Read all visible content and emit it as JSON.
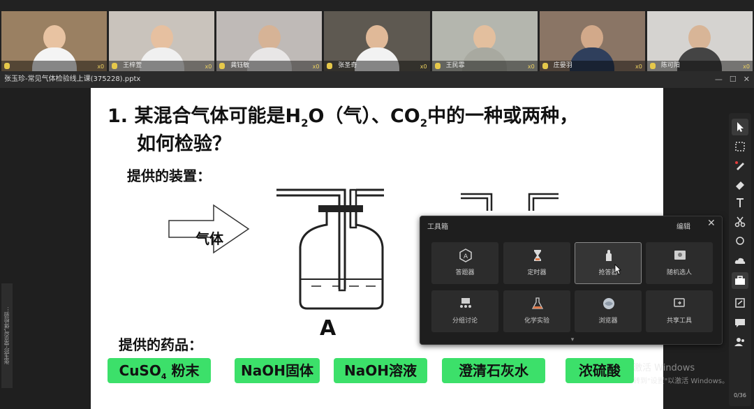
{
  "participants": [
    {
      "name": "",
      "score": "x0",
      "bg": "#9a8062",
      "skin": "#e8c3a2",
      "shirt": "#f4f4f4"
    },
    {
      "name": "王梓萱",
      "score": "x0",
      "bg": "#c9c3bc",
      "skin": "#e6c0a0",
      "shirt": "#f0f0f0"
    },
    {
      "name": "龚钰敏",
      "score": "x0",
      "bg": "#bfbab7",
      "skin": "#d6b396",
      "shirt": "#e8e6e6"
    },
    {
      "name": "张圣奇",
      "score": "x0",
      "bg": "#5e5951",
      "skin": "#e0b998",
      "shirt": "#f2f2f2"
    },
    {
      "name": "王民霏",
      "score": "x0",
      "bg": "#b4b6ae",
      "skin": "#e3bf9e",
      "shirt": "#a8a9a0"
    },
    {
      "name": "庄晏羽",
      "score": "x0",
      "bg": "#8a7565",
      "skin": "#d2a98a",
      "shirt": "#2f3f5c"
    },
    {
      "name": "陈可阳",
      "score": "x0",
      "bg": "#d5d3d0",
      "skin": "#d8b597",
      "shirt": "#444"
    }
  ],
  "titlebar": {
    "title": "张玉珍-常见气体检验线上课(375228).pptx",
    "minimize": "—",
    "maximize": "☐",
    "close": "✕"
  },
  "side_tab": {
    "label": "张玉珍-常见气体检验..."
  },
  "slide": {
    "question_number": "1.",
    "question_pre": "某混合气体可能是H",
    "h2o_sub": "2",
    "question_mid": "O（气）、CO",
    "co2_sub": "2",
    "question_post": "中的一种或两种，",
    "question_line2": "如何检验？",
    "devices_label": "提供的装置：",
    "arrow_text": "气体",
    "bottle_a_label": "A",
    "drugs_label": "提供的药品：",
    "chips": [
      {
        "text": "CuSO",
        "sub": "4",
        "rest": " 粉末"
      },
      {
        "text": "NaOH固体",
        "sub": "",
        "rest": ""
      },
      {
        "text": "NaOH溶液",
        "sub": "",
        "rest": ""
      },
      {
        "text": "澄清石灰水",
        "sub": "",
        "rest": ""
      },
      {
        "text": "浓硫酸",
        "sub": "",
        "rest": ""
      }
    ]
  },
  "toolbox": {
    "title": "工具箱",
    "edit_label": "编辑",
    "close_icon": "✕",
    "expand_icon": "▾",
    "tools": [
      {
        "label": "答题器",
        "icon": "answer-icon"
      },
      {
        "label": "定时器",
        "icon": "hourglass-icon"
      },
      {
        "label": "抢答器",
        "icon": "hand-icon"
      },
      {
        "label": "随机选人",
        "icon": "random-pick-icon"
      },
      {
        "label": "分组讨论",
        "icon": "group-discuss-icon"
      },
      {
        "label": "化学实验",
        "icon": "flask-icon"
      },
      {
        "label": "浏览器",
        "icon": "browser-icon"
      },
      {
        "label": "共享工具",
        "icon": "share-screen-icon"
      }
    ]
  },
  "right_toolbar": {
    "tools": [
      "select-arrow-icon",
      "region-select-icon",
      "pen-icon",
      "eraser-icon",
      "text-icon",
      "scissors-icon",
      "shape-icon",
      "cloud-icon",
      "toolbox-icon",
      "note-icon",
      "chat-icon",
      "users-icon"
    ],
    "page_counter": "0/36"
  },
  "activation": {
    "line1": "激活 Windows",
    "line2": "转到\"设置\"以激活 Windows。"
  }
}
